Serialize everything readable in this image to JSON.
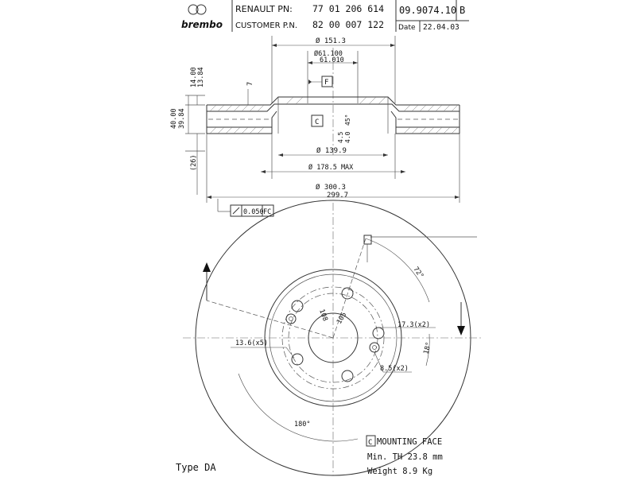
{
  "header": {
    "brand": "brembo",
    "renault_pn_label": "RENAULT PN:",
    "renault_pn_value": "77 01 206 614",
    "customer_pn_label": "CUSTOMER P.N.",
    "customer_pn_value": "82 00 007 122",
    "part_number": "09.9074.10",
    "revision": "B",
    "date_label": "Date",
    "date_value": "22.04.03"
  },
  "section_view": {
    "dim_151": "Ø 151.3",
    "dim_61_100": "Ø61.100",
    "dim_61_010": "61.010",
    "datum_f": "F",
    "datum_c": "C",
    "dim_14_00": "14.00",
    "dim_13_84": "13.84",
    "dim_7": "7",
    "dim_40_00": "40.00",
    "dim_39_84": "39.84",
    "dim_26": "(26)",
    "chamfer_a": "4.5",
    "chamfer_b": "4.0",
    "chamfer_angle": "45°",
    "dim_139": "Ø 139.9",
    "dim_178": "Ø 178.5 MAX",
    "dim_300": "Ø 300.3",
    "dim_299": "299.7",
    "runout_tol": "0.050",
    "runout_ref": "FC"
  },
  "face_view": {
    "angle_72": "72°",
    "pcd_108": "108",
    "pcd_105": "105",
    "hole_17": "17.3(x2)",
    "hole_13": "13.6(x5)",
    "angle_18": "18°",
    "hole_8": "8.5(x2)",
    "angle_180": "180°"
  },
  "notes": {
    "mounting_face_box": "C",
    "mounting_face": "MOUNTING FACE",
    "min_th": "Min. TH 23.8 mm",
    "weight": "Weight  8.9 Kg",
    "type": "Type DA"
  }
}
